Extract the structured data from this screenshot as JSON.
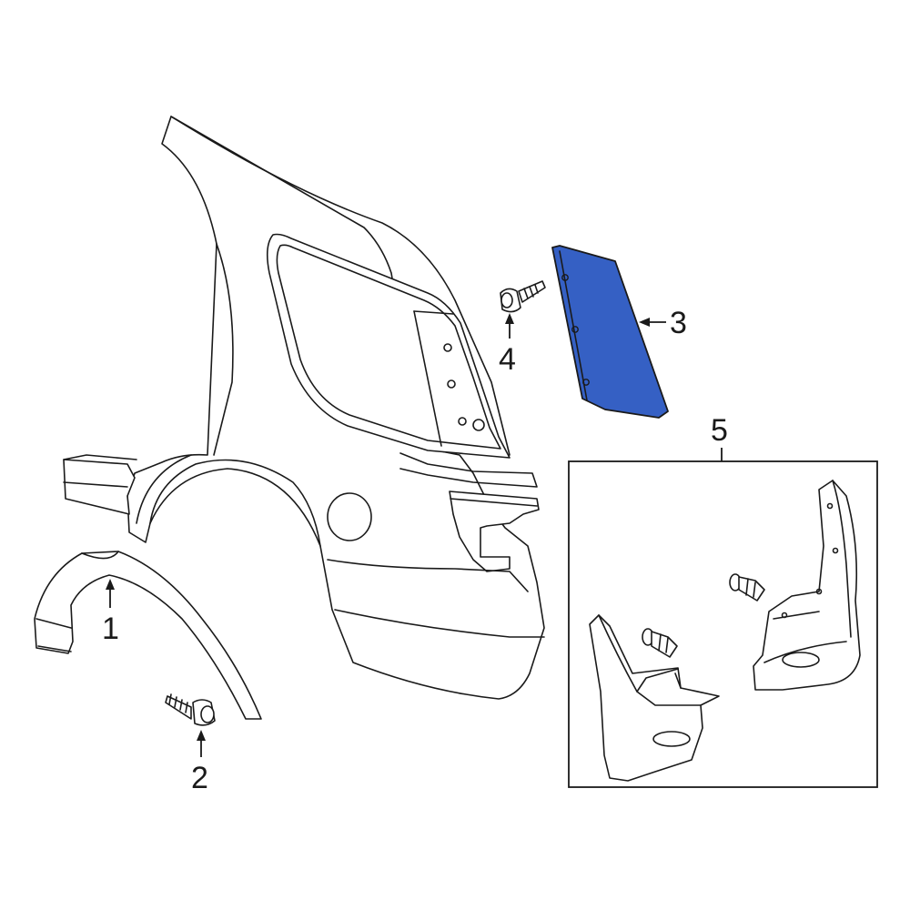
{
  "callouts": {
    "c1": "1",
    "c2": "2",
    "c3": "3",
    "c4": "4",
    "c5": "5"
  },
  "colors": {
    "highlight": "#3560c4",
    "line": "#1a1a1a",
    "background": "#ffffff"
  }
}
